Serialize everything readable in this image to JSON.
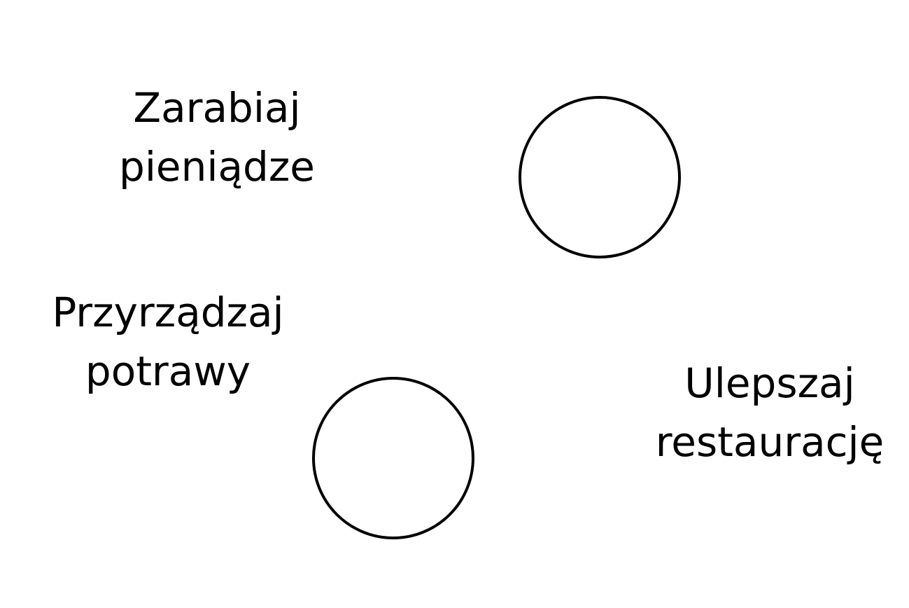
{
  "labels": {
    "earn": {
      "line1": "Zarabiaj",
      "line2": "pieniądze"
    },
    "cook": {
      "line1": "Przyrządzaj",
      "line2": "potrawy"
    },
    "upgrade": {
      "line1": "Ulepszaj",
      "line2": "restaurację"
    }
  },
  "colors": {
    "background": "#ffffff",
    "stroke": "#000000",
    "text": "#000000"
  }
}
